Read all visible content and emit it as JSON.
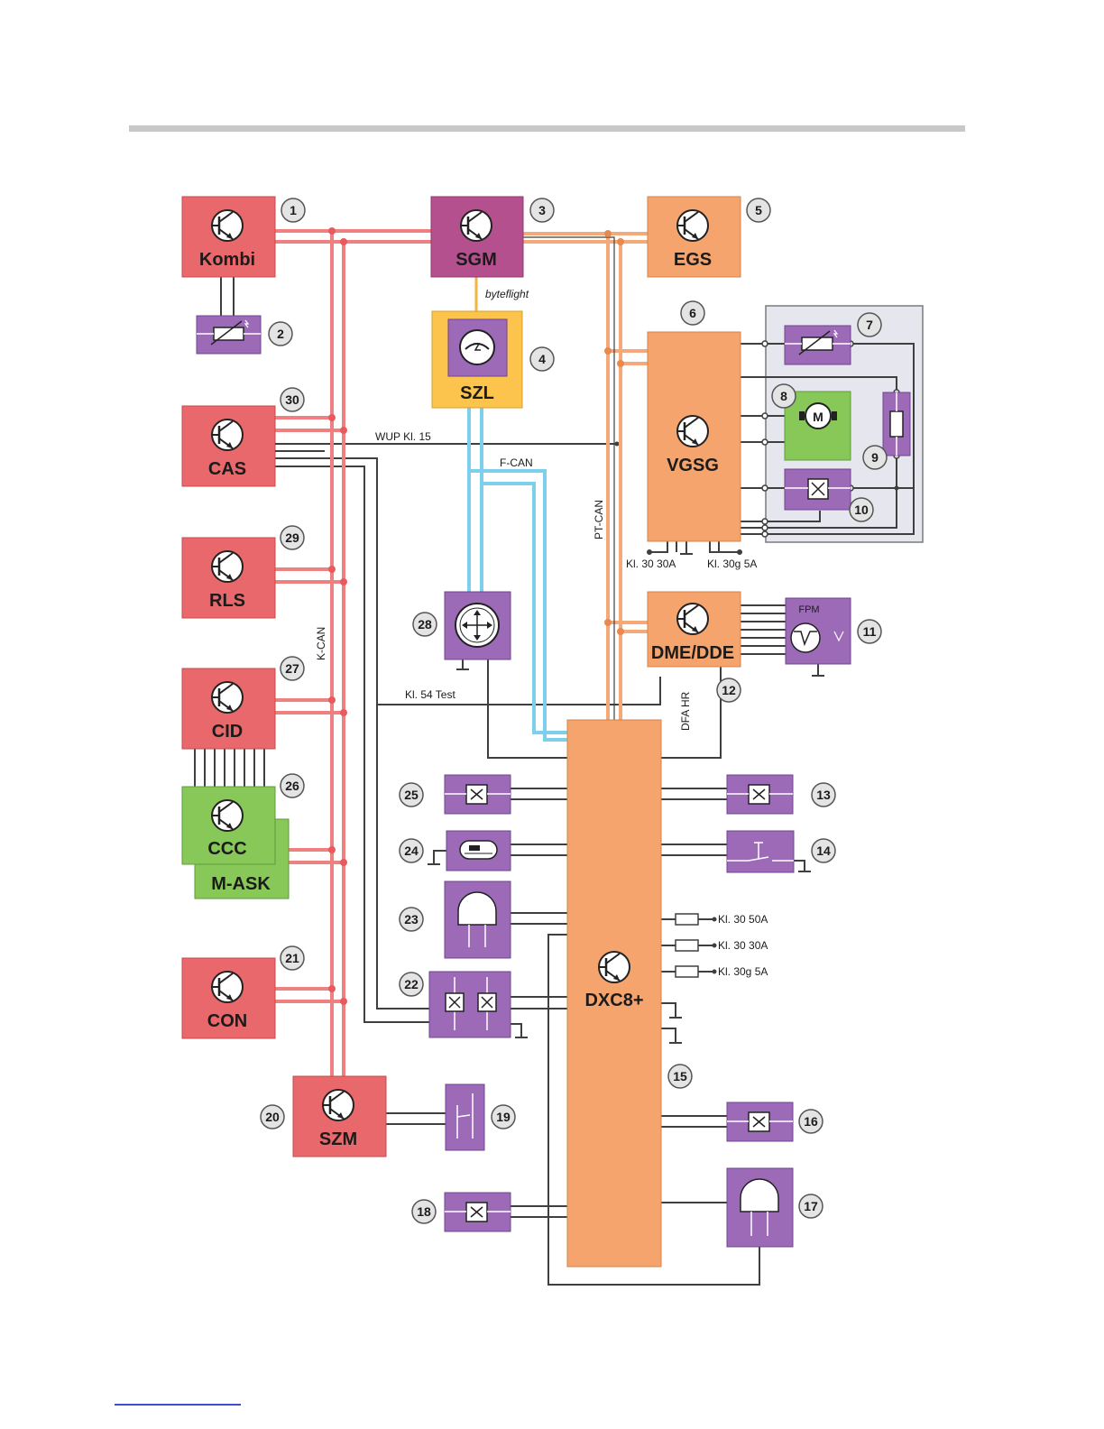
{
  "modules": {
    "kombi": "Kombi",
    "sgm": "SGM",
    "egs": "EGS",
    "szl": "SZL",
    "vgsg": "VGSG",
    "cas": "CAS",
    "rls": "RLS",
    "cid": "CID",
    "ccc": "CCC",
    "mask": "M-ASK",
    "con": "CON",
    "szm": "SZM",
    "dme": "DME/DDE",
    "dxc": "DXC8+",
    "fpm": "FPM",
    "motor": "M"
  },
  "buses": {
    "byteflight": "byteflight",
    "wup": "WUP Kl. 15",
    "fcan": "F-CAN",
    "ptcan": "PT-CAN",
    "kcan": "K-CAN",
    "kl54": "Kl. 54 Test",
    "dfa": "DFA HR"
  },
  "terminals": {
    "vgsg_left": "Kl. 30 30A",
    "vgsg_right": "Kl. 30g 5A",
    "fuse1": "Kl. 30 50A",
    "fuse2": "Kl. 30 30A",
    "fuse3": "Kl. 30g 5A"
  },
  "numbers": [
    "1",
    "2",
    "3",
    "4",
    "5",
    "6",
    "7",
    "8",
    "9",
    "10",
    "11",
    "12",
    "13",
    "14",
    "15",
    "16",
    "17",
    "18",
    "19",
    "20",
    "21",
    "22",
    "23",
    "24",
    "25",
    "26",
    "27",
    "28",
    "29",
    "30"
  ],
  "colors": {
    "red_ecu": "#e8686b",
    "magenta_ecu": "#b5508e",
    "orange_ecu": "#f4a46c",
    "yellow": "#fcc44c",
    "green": "#88c859",
    "purple": "#9d6ab8",
    "kcan_line": "#ef8080",
    "ptcan_line": "#f5a878",
    "fcan_line": "#7dd0ec",
    "wire": "#3f3f3f",
    "panel": "#e6e7ee"
  }
}
